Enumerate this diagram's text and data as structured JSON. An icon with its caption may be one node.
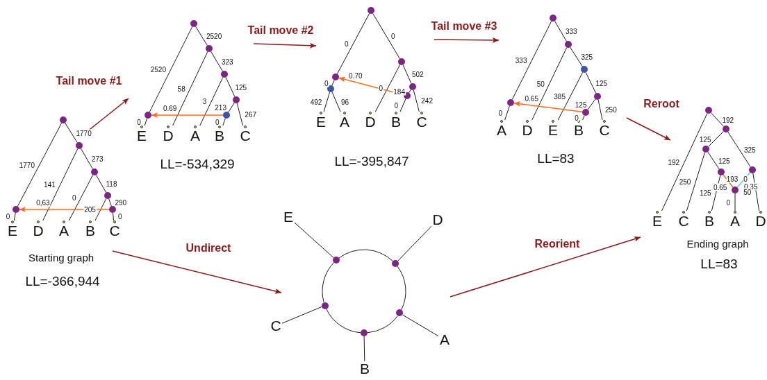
{
  "diagram": {
    "nodes": [
      {
        "text": [],
        "shape": "circle"
      },
      {
        "text": [],
        "shape": "circle"
      },
      {
        "text": [],
        "shape": "circle"
      },
      {
        "text": [],
        "shape": "circle"
      },
      {
        "text": [],
        "shape": "circle"
      },
      {
        "text": [],
        "shape": "circle"
      },
      {
        "text": [
          "E"
        ]
      },
      {
        "text": [
          "D"
        ]
      },
      {
        "text": [
          "A"
        ]
      },
      {
        "text": [
          "B"
        ]
      },
      {
        "text": [
          "C"
        ]
      },
      {
        "text": [],
        "shape": "circle"
      },
      {
        "text": [],
        "shape": "circle"
      },
      {
        "text": [],
        "shape": "circle"
      },
      {
        "text": [],
        "shape": "circle"
      },
      {
        "text": [],
        "shape": "circle"
      },
      {
        "text": [],
        "shape": "circle"
      },
      {
        "text": [
          "E"
        ]
      },
      {
        "text": [
          "D"
        ]
      },
      {
        "text": [
          "A"
        ]
      },
      {
        "text": [
          "B"
        ]
      },
      {
        "text": [
          "C"
        ]
      },
      {
        "text": [],
        "shape": "circle"
      },
      {
        "text": [],
        "shape": "circle"
      },
      {
        "text": [],
        "shape": "circle"
      },
      {
        "text": [],
        "shape": "circle"
      },
      {
        "text": [],
        "shape": "circle"
      },
      {
        "text": [],
        "shape": "circle"
      },
      {
        "text": [
          "E"
        ]
      },
      {
        "text": [
          "A"
        ]
      },
      {
        "text": [
          "D"
        ]
      },
      {
        "text": [
          "B"
        ]
      },
      {
        "text": [
          "C"
        ]
      },
      {
        "text": [],
        "shape": "circle"
      },
      {
        "text": [],
        "shape": "circle"
      },
      {
        "text": [],
        "shape": "circle"
      },
      {
        "text": [],
        "shape": "circle"
      },
      {
        "text": [],
        "shape": "circle"
      },
      {
        "text": [],
        "shape": "circle"
      },
      {
        "text": [
          "A"
        ]
      },
      {
        "text": [
          "D"
        ]
      },
      {
        "text": [
          "E"
        ]
      },
      {
        "text": [
          "B"
        ]
      },
      {
        "text": [
          "C"
        ]
      },
      {
        "text": [],
        "shape": "circle"
      },
      {
        "text": [],
        "shape": "circle"
      },
      {
        "text": [],
        "shape": "circle"
      },
      {
        "text": [],
        "shape": "circle"
      },
      {
        "text": [],
        "shape": "circle"
      },
      {
        "text": [
          "E"
        ]
      },
      {
        "text": [
          "D"
        ]
      },
      {
        "text": [
          "A"
        ]
      },
      {
        "text": [
          "B"
        ]
      },
      {
        "text": [
          "C"
        ]
      },
      {
        "text": [],
        "shape": "circle"
      },
      {
        "text": [],
        "shape": "circle"
      },
      {
        "text": [],
        "shape": "circle"
      },
      {
        "text": [],
        "shape": "circle"
      },
      {
        "text": [],
        "shape": "circle"
      },
      {
        "text": [],
        "shape": "circle"
      },
      {
        "text": [
          "E"
        ]
      },
      {
        "text": [
          "C"
        ]
      },
      {
        "text": [
          "B"
        ]
      },
      {
        "text": [
          "A"
        ]
      },
      {
        "text": [
          "D"
        ]
      }
    ],
    "edges": [
      {
        "from": 0,
        "to": 5,
        "arrow": "none",
        "label": "1770"
      },
      {
        "from": 0,
        "to": 1,
        "arrow": "none",
        "label": "1770"
      },
      {
        "from": 1,
        "to": 7,
        "arrow": "none",
        "label": "141"
      },
      {
        "from": 1,
        "to": 2,
        "arrow": "none",
        "label": "273"
      },
      {
        "from": 2,
        "to": 8,
        "arrow": "none",
        "label": "0"
      },
      {
        "from": 2,
        "to": 3,
        "arrow": "none",
        "label": "118"
      },
      {
        "from": 3,
        "to": 9,
        "arrow": "none",
        "label": "205"
      },
      {
        "from": 3,
        "to": 4,
        "arrow": "none",
        "label": "290"
      },
      {
        "from": 4,
        "to": 10,
        "arrow": "none",
        "label": "0"
      },
      {
        "from": 4,
        "to": 5,
        "arrow": "to",
        "label": "0,63",
        "color": "#ff6a1a"
      },
      {
        "from": 5,
        "to": 6,
        "arrow": "none",
        "label": "0"
      },
      {
        "from": 11,
        "to": 16,
        "arrow": "none",
        "label": "2520"
      },
      {
        "from": 11,
        "to": 12,
        "arrow": "none",
        "label": "2520"
      },
      {
        "from": 12,
        "to": 18,
        "arrow": "none",
        "label": "58"
      },
      {
        "from": 12,
        "to": 13,
        "arrow": "none",
        "label": "323"
      },
      {
        "from": 13,
        "to": 19,
        "arrow": "none",
        "label": "3"
      },
      {
        "from": 13,
        "to": 14,
        "arrow": "none",
        "label": "125"
      },
      {
        "from": 14,
        "to": 15,
        "arrow": "none",
        "label": "213"
      },
      {
        "from": 14,
        "to": 21,
        "arrow": "none",
        "label": "267"
      },
      {
        "from": 15,
        "to": 20,
        "arrow": "none",
        "label": "0"
      },
      {
        "from": 15,
        "to": 16,
        "arrow": "to",
        "label": "0.69",
        "color": "#ff6a1a"
      },
      {
        "from": 16,
        "to": 17,
        "arrow": "none",
        "label": "0"
      },
      {
        "from": 22,
        "to": 23,
        "arrow": "none",
        "label": "0"
      },
      {
        "from": 22,
        "to": 25,
        "arrow": "none",
        "label": "0"
      },
      {
        "from": 23,
        "to": 24,
        "arrow": "none",
        "label": "0"
      },
      {
        "from": 24,
        "to": 28,
        "arrow": "none",
        "label": "492"
      },
      {
        "from": 24,
        "to": 29,
        "arrow": "none",
        "label": "96"
      },
      {
        "from": 25,
        "to": 30,
        "arrow": "none",
        "label": "0"
      },
      {
        "from": 25,
        "to": 26,
        "arrow": "none",
        "label": "502"
      },
      {
        "from": 26,
        "to": 27,
        "arrow": "none",
        "label": "184"
      },
      {
        "from": 26,
        "to": 32,
        "arrow": "none",
        "label": "242"
      },
      {
        "from": 27,
        "to": 31,
        "arrow": "none",
        "label": "0"
      },
      {
        "from": 27,
        "to": 23,
        "arrow": "to",
        "label": "0.70",
        "color": "#ff6a1a"
      },
      {
        "from": 33,
        "to": 38,
        "arrow": "none",
        "label": "333"
      },
      {
        "from": 33,
        "to": 34,
        "arrow": "none",
        "label": "333"
      },
      {
        "from": 34,
        "to": 40,
        "arrow": "none",
        "label": "50"
      },
      {
        "from": 34,
        "to": 35,
        "arrow": "none",
        "label": "325"
      },
      {
        "from": 35,
        "to": 41,
        "arrow": "none",
        "label": "385"
      },
      {
        "from": 35,
        "to": 36,
        "arrow": "none",
        "label": "125"
      },
      {
        "from": 36,
        "to": 37,
        "arrow": "none",
        "label": "125"
      },
      {
        "from": 36,
        "to": 43,
        "arrow": "none",
        "label": "250"
      },
      {
        "from": 37,
        "to": 42,
        "arrow": "none",
        "label": "0"
      },
      {
        "from": 37,
        "to": 38,
        "arrow": "to",
        "label": "0.65",
        "color": "#ff6a1a"
      },
      {
        "from": 38,
        "to": 39,
        "arrow": "none",
        "label": "0"
      },
      {
        "from": 44,
        "to": 45,
        "arrow": "none"
      },
      {
        "from": 45,
        "to": 46,
        "arrow": "none"
      },
      {
        "from": 46,
        "to": 47,
        "arrow": "none"
      },
      {
        "from": 47,
        "to": 48,
        "arrow": "none"
      },
      {
        "from": 48,
        "to": 44,
        "arrow": "none"
      },
      {
        "from": 44,
        "to": 49,
        "arrow": "none"
      },
      {
        "from": 45,
        "to": 50,
        "arrow": "none"
      },
      {
        "from": 46,
        "to": 51,
        "arrow": "none"
      },
      {
        "from": 47,
        "to": 52,
        "arrow": "none"
      },
      {
        "from": 48,
        "to": 53,
        "arrow": "none"
      },
      {
        "from": 54,
        "to": 60,
        "arrow": "none",
        "label": "192"
      },
      {
        "from": 54,
        "to": 55,
        "arrow": "none",
        "label": "192"
      },
      {
        "from": 55,
        "to": 56,
        "arrow": "none",
        "label": "125"
      },
      {
        "from": 55,
        "to": 58,
        "arrow": "none",
        "label": "325"
      },
      {
        "from": 56,
        "to": 61,
        "arrow": "none",
        "label": "250"
      },
      {
        "from": 56,
        "to": 57,
        "arrow": "none",
        "label": "125"
      },
      {
        "from": 57,
        "to": 62,
        "arrow": "none",
        "label": "125"
      },
      {
        "from": 57,
        "to": 59,
        "arrow": "none",
        "label": "0.65",
        "color": "#ff6a1a"
      },
      {
        "from": 58,
        "to": 59,
        "arrow": "none",
        "label": "0.35",
        "color": "#5bc8e8"
      },
      {
        "from": 58,
        "to": 64,
        "arrow": "none",
        "label": "50"
      },
      {
        "from": 59,
        "to": 63,
        "arrow": "none",
        "label": "0"
      }
    ],
    "labels": [
      "Tail move #2",
      "Tail move #3",
      "Tail move #1",
      "Reroot",
      "LL=-534,329",
      "LL=-395,847",
      "LL=83",
      "193",
      "0",
      "Undirect",
      "Reorient",
      "Ending graph",
      "Starting graph",
      "LL=83",
      "LL=-366,944"
    ]
  }
}
